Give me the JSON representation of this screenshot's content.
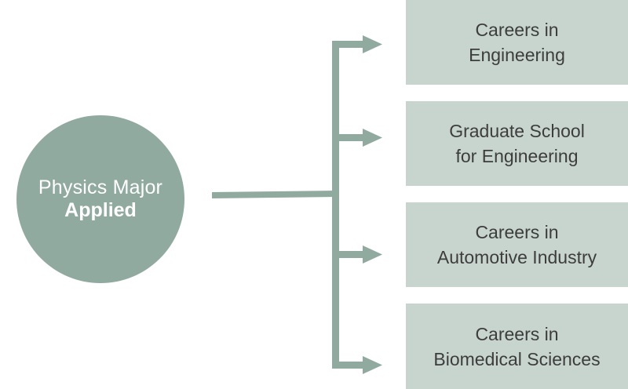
{
  "source": {
    "line1": "Physics Major",
    "line2": "Applied"
  },
  "outcomes": [
    {
      "line1": "Careers in",
      "line2": "Engineering"
    },
    {
      "line1": "Graduate School",
      "line2": "for Engineering"
    },
    {
      "line1": "Careers in",
      "line2": "Automotive Industry"
    },
    {
      "line1": "Careers in",
      "line2": "Biomedical Sciences"
    }
  ],
  "colors": {
    "node": "#91aa9f",
    "box": "#c8d5ce",
    "text": "#3d3d3d"
  }
}
